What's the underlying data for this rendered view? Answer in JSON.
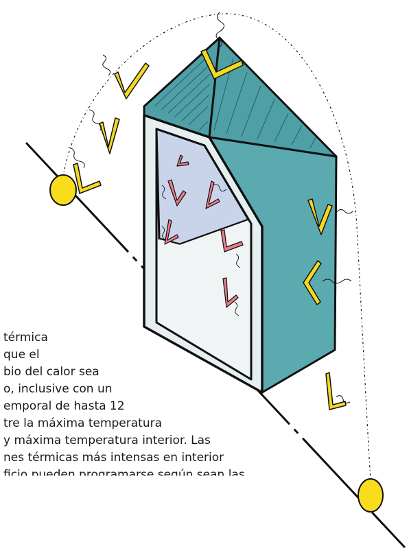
{
  "diagram": {
    "colors": {
      "outline": "#111111",
      "wall_teal": "#5aaab0",
      "roof_teal": "#4f9fa6",
      "glass_interior": "#c9d4ea",
      "floor_interior": "#f0f4f4",
      "frame": "#e6efef",
      "sun": "#f7dd1c",
      "heat_arrow": "#f4d823",
      "interior_arrow": "#e97d89"
    },
    "elements": [
      "sun-east",
      "sun-west",
      "sun-path-arc",
      "ground-line",
      "house",
      "roof",
      "glazed-wall",
      "side-wall",
      "solar-radiation-arrows",
      "interior-heat-arrows"
    ]
  },
  "caption": {
    "lines": [
      "térmica",
      "que el",
      "bio del calor sea",
      "o, inclusive con un",
      "emporal de hasta 12",
      "tre la máxima temperatura",
      "y máxima temperatura interior. Las",
      "nes térmicas más intensas en interior",
      "ficio pueden programarse según sean las"
    ]
  }
}
